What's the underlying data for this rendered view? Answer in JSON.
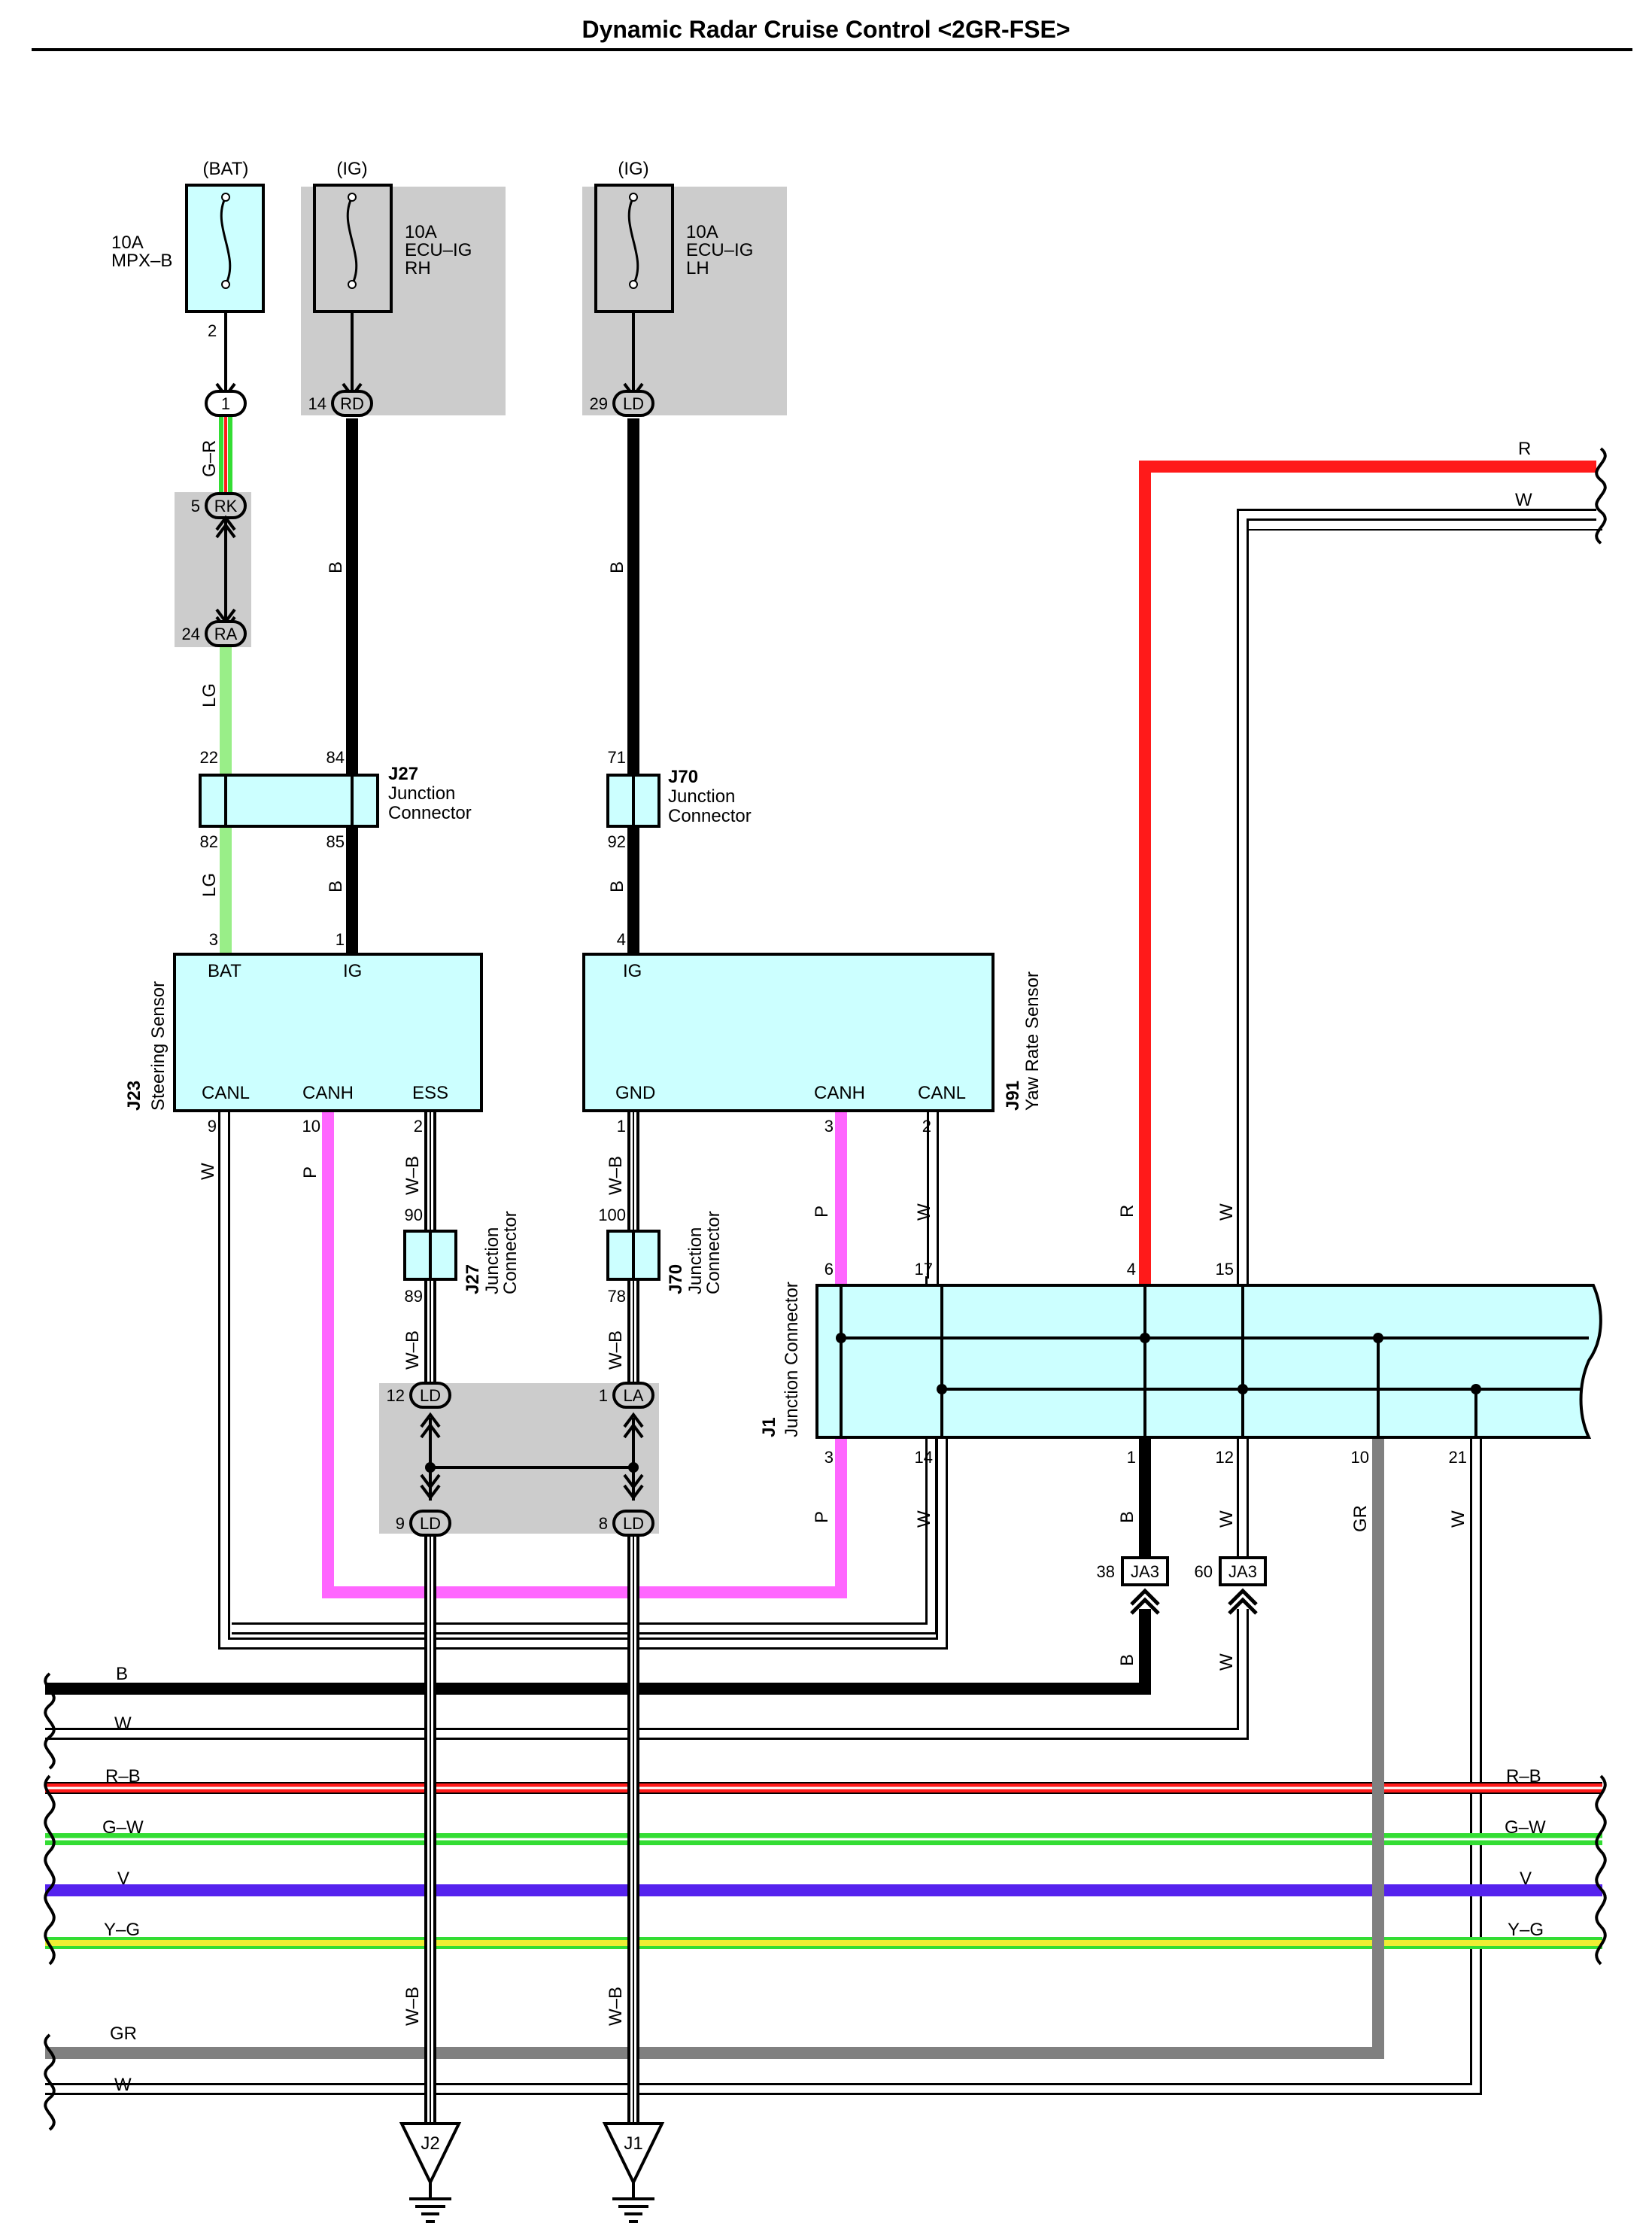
{
  "title": "Dynamic Radar Cruise Control <2GR-FSE>",
  "colors": {
    "black": "#000000",
    "red": "#ff1a1a",
    "green": "#33dd33",
    "lightgreen": "#99ee88",
    "violet": "#5522ee",
    "yellow": "#eeee33",
    "gray": "#808080",
    "pink": "#ff66ff",
    "cyan_fill": "#ccffff",
    "gray_fill": "#cccccc",
    "white_wire": "#ffffff"
  },
  "fuses": [
    {
      "source": "(BAT)",
      "rating": "10A",
      "name": "MPX–B",
      "pin": "2"
    },
    {
      "source": "(IG)",
      "rating": "10A",
      "name_line1": "ECU–IG",
      "name_line2": "RH"
    },
    {
      "source": "(IG)",
      "rating": "10A",
      "name_line1": "ECU–IG",
      "name_line2": "LH"
    }
  ],
  "connectors": {
    "c1": {
      "code": "",
      "pin": "1"
    },
    "rd": {
      "code": "RD",
      "pin": "14"
    },
    "ld29": {
      "code": "LD",
      "pin": "29"
    },
    "rk": {
      "code": "RK",
      "pin": "5"
    },
    "ra": {
      "code": "RA",
      "pin": "24"
    },
    "ld12": {
      "code": "LD",
      "pin": "12"
    },
    "la": {
      "code": "LA",
      "pin": "1"
    },
    "ld9": {
      "code": "LD",
      "pin": "9"
    },
    "ld8": {
      "code": "LD",
      "pin": "8"
    },
    "ja3a": {
      "code": "JA3",
      "pin": "38"
    },
    "ja3b": {
      "code": "JA3",
      "pin": "60"
    }
  },
  "junctions": {
    "j27_top": {
      "id": "J27",
      "line1": "Junction",
      "line2": "Connector",
      "pins": [
        "22",
        "84",
        "82",
        "85"
      ]
    },
    "j70_top": {
      "id": "J70",
      "line1": "Junction",
      "line2": "Connector",
      "pins": [
        "71",
        "92"
      ]
    },
    "j27_bot": {
      "id": "J27",
      "line1": "Junction",
      "line2": "Connector",
      "pins": [
        "90",
        "89"
      ]
    },
    "j70_bot": {
      "id": "J70",
      "line1": "Junction",
      "line2": "Connector",
      "pins": [
        "100",
        "78"
      ]
    },
    "j1": {
      "id": "J1",
      "name": "Junction Connector",
      "top_pins": [
        "6",
        "17",
        "4",
        "15"
      ],
      "bottom_pins": [
        "3",
        "14",
        "1",
        "12",
        "10",
        "21"
      ]
    }
  },
  "components": {
    "steering": {
      "id": "J23",
      "name": "Steering Sensor",
      "terminals": [
        "BAT",
        "IG",
        "CANL",
        "CANH",
        "ESS"
      ],
      "pins": [
        "3",
        "1",
        "9",
        "10",
        "2"
      ]
    },
    "yaw": {
      "id": "J91",
      "name": "Yaw Rate Sensor",
      "terminals": [
        "IG",
        "GND",
        "CANH",
        "CANL"
      ],
      "pins": [
        "4",
        "1",
        "3",
        "2"
      ]
    }
  },
  "wire_labels": {
    "gr": "G–R",
    "lg": "LG",
    "b": "B",
    "w": "W",
    "p": "P",
    "wb": "W–B",
    "r": "R",
    "rb": "R–B",
    "gw": "G–W",
    "v": "V",
    "yg": "Y–G",
    "grey": "GR"
  },
  "grounds": [
    "J2",
    "J1"
  ]
}
